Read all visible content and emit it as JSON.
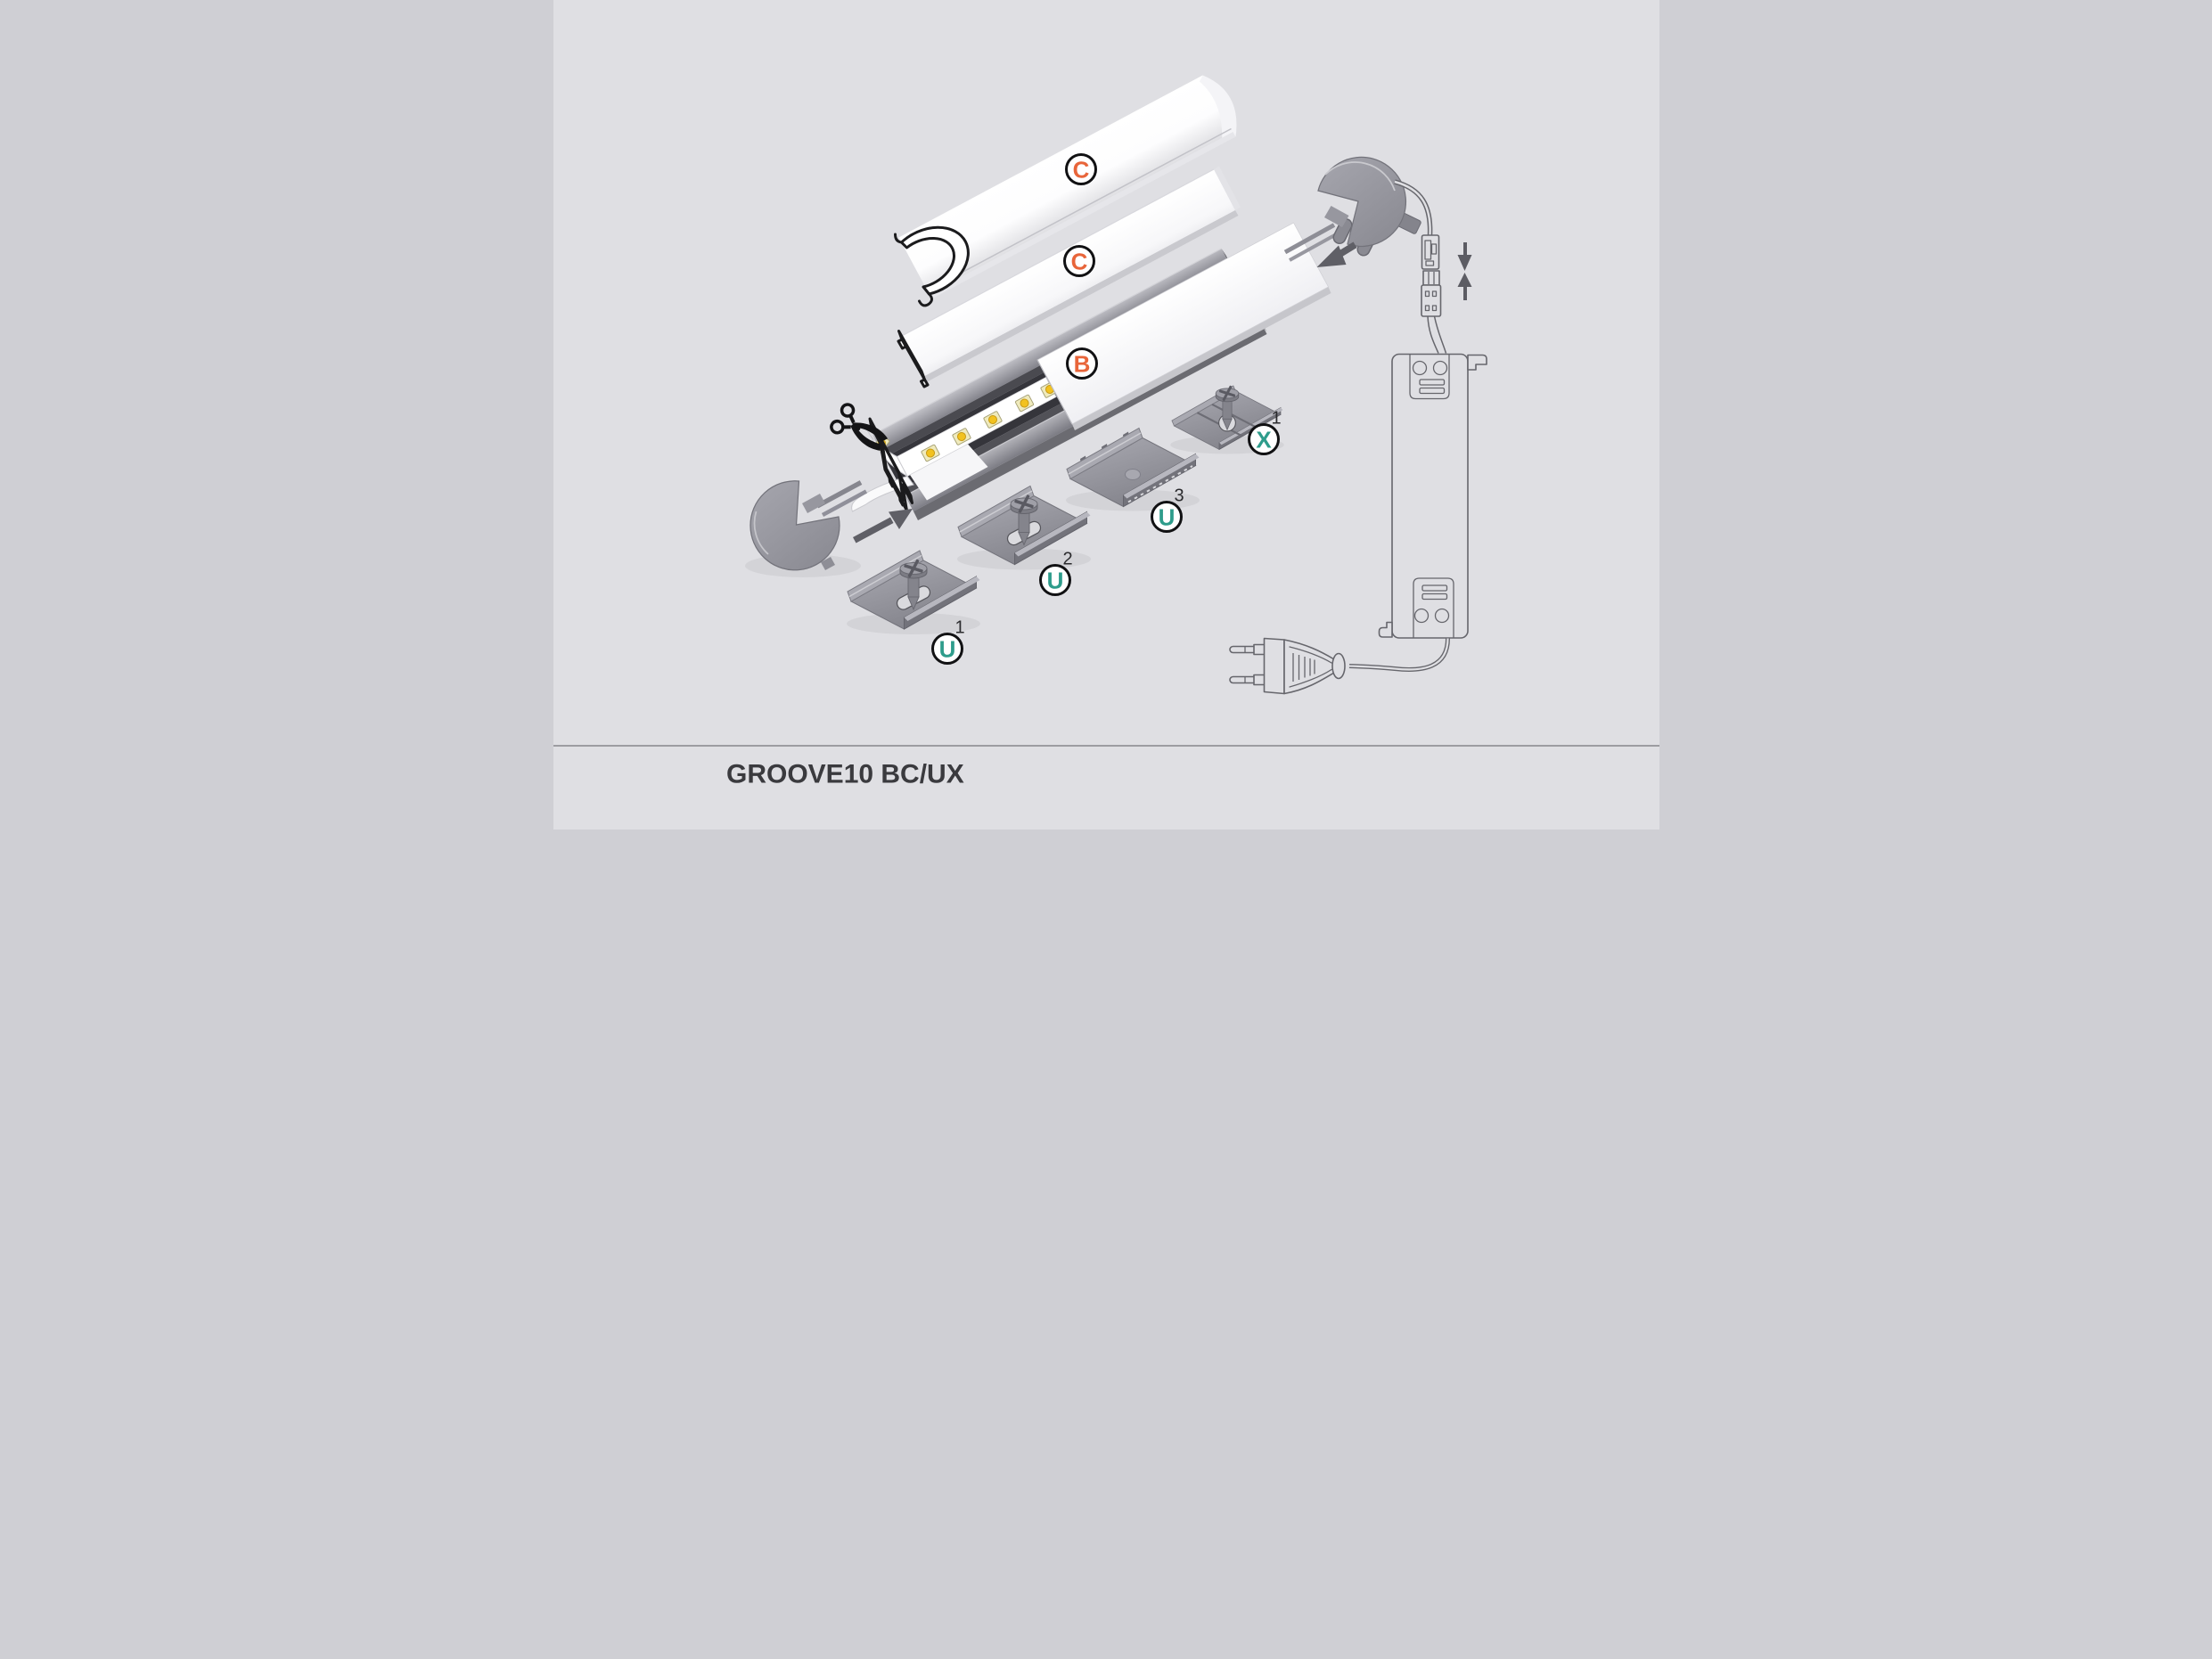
{
  "title": "GROOVE10 BC/UX",
  "footer": {
    "product_name": "GROOVE10 BC/UX"
  },
  "colors": {
    "background": "#DFDFE3",
    "accent_orange": "#E8653A",
    "accent_teal": "#2E9C8B",
    "outline_dark": "#1B1B1D",
    "drawing_line_gray": "#66666C",
    "metal_gray": "#9B9BA3",
    "channel_dark": "#35353B",
    "led_gold": "#F2C21F",
    "title_text": "#3A3A3E"
  },
  "labels": {
    "cover_round": {
      "letter": "C"
    },
    "cover_flat": {
      "letter": "C"
    },
    "base_profile": {
      "letter": "B"
    },
    "clip_u1": {
      "letter": "U",
      "superscript": "1"
    },
    "clip_u2": {
      "letter": "U",
      "superscript": "2"
    },
    "clip_u3": {
      "letter": "U",
      "superscript": "3"
    },
    "clip_x1": {
      "letter": "X",
      "superscript": "1"
    }
  }
}
